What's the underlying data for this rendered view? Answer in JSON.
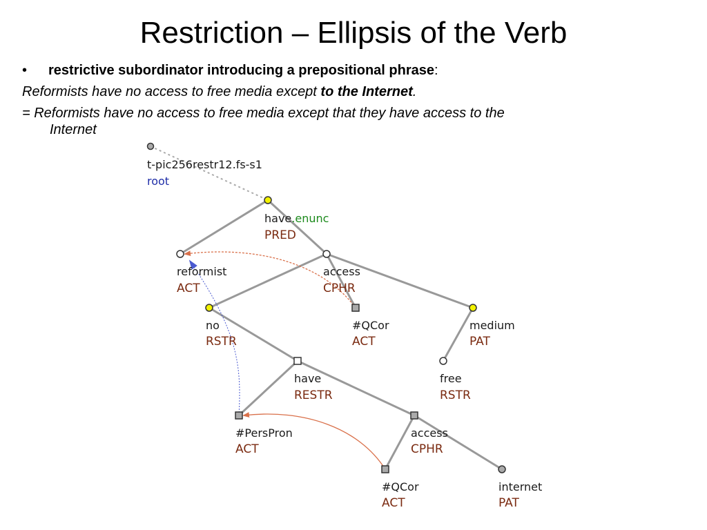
{
  "slide": {
    "title": "Restriction – Ellipsis of the Verb",
    "bullet_marker": "•",
    "bullet_bold": "restrictive subordinator introducing a prepositional phrase",
    "bullet_tail": ":",
    "sentence_plain": "Reformists have no access to free media except ",
    "sentence_bold": "to the Internet",
    "sentence_end": ".",
    "paraphrase_1": "= Reformists have no access to free media except that they have access to the",
    "paraphrase_2": "Internet"
  },
  "tree": {
    "root_id": "t-pic256restr12.fs-s1",
    "root_label": "root",
    "nodes": {
      "have_pred": {
        "word": "have",
        "suffix": ".enunc",
        "role": "PRED"
      },
      "reformist": {
        "word": "reformist",
        "role": "ACT"
      },
      "access_1": {
        "word": "access",
        "role": "CPHR"
      },
      "no": {
        "word": "no",
        "role": "RSTR"
      },
      "qcor_1": {
        "word": "#QCor",
        "role": "ACT"
      },
      "medium": {
        "word": "medium",
        "role": "PAT"
      },
      "have_restr": {
        "word": "have",
        "role": "RESTR"
      },
      "free": {
        "word": "free",
        "role": "RSTR"
      },
      "perspron": {
        "word": "#PersPron",
        "role": "ACT"
      },
      "access_2": {
        "word": "access",
        "role": "CPHR"
      },
      "qcor_2": {
        "word": "#QCor",
        "role": "ACT"
      },
      "internet": {
        "word": "internet",
        "role": "PAT"
      }
    },
    "colors": {
      "edge": "#999999",
      "coref_arrow": "#d9704a",
      "coref_blue": "#4a5ad0",
      "node_yellow": "#f2f200",
      "node_white": "#ffffff",
      "node_gray": "#aaaaaa",
      "role": "#7a2a10",
      "root": "#1f2ea8",
      "functor_suffix": "#1c8a1c"
    }
  }
}
